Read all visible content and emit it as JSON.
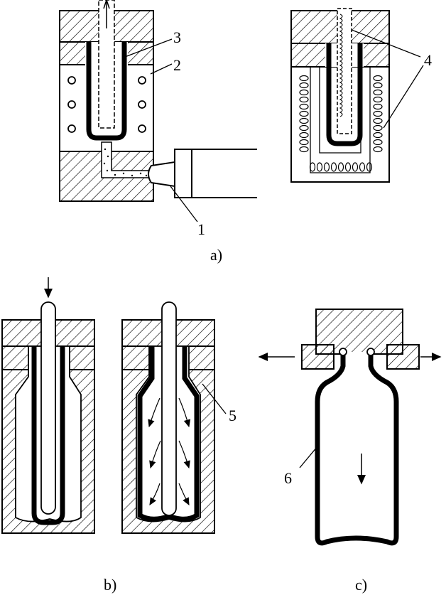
{
  "panels": {
    "a": {
      "caption": "a)"
    },
    "b": {
      "caption": "b)"
    },
    "c": {
      "caption": "c)"
    }
  },
  "callouts": [
    "1",
    "2",
    "3",
    "4",
    "5",
    "6"
  ],
  "colors": {
    "ink": "#000000",
    "paper": "#ffffff"
  }
}
